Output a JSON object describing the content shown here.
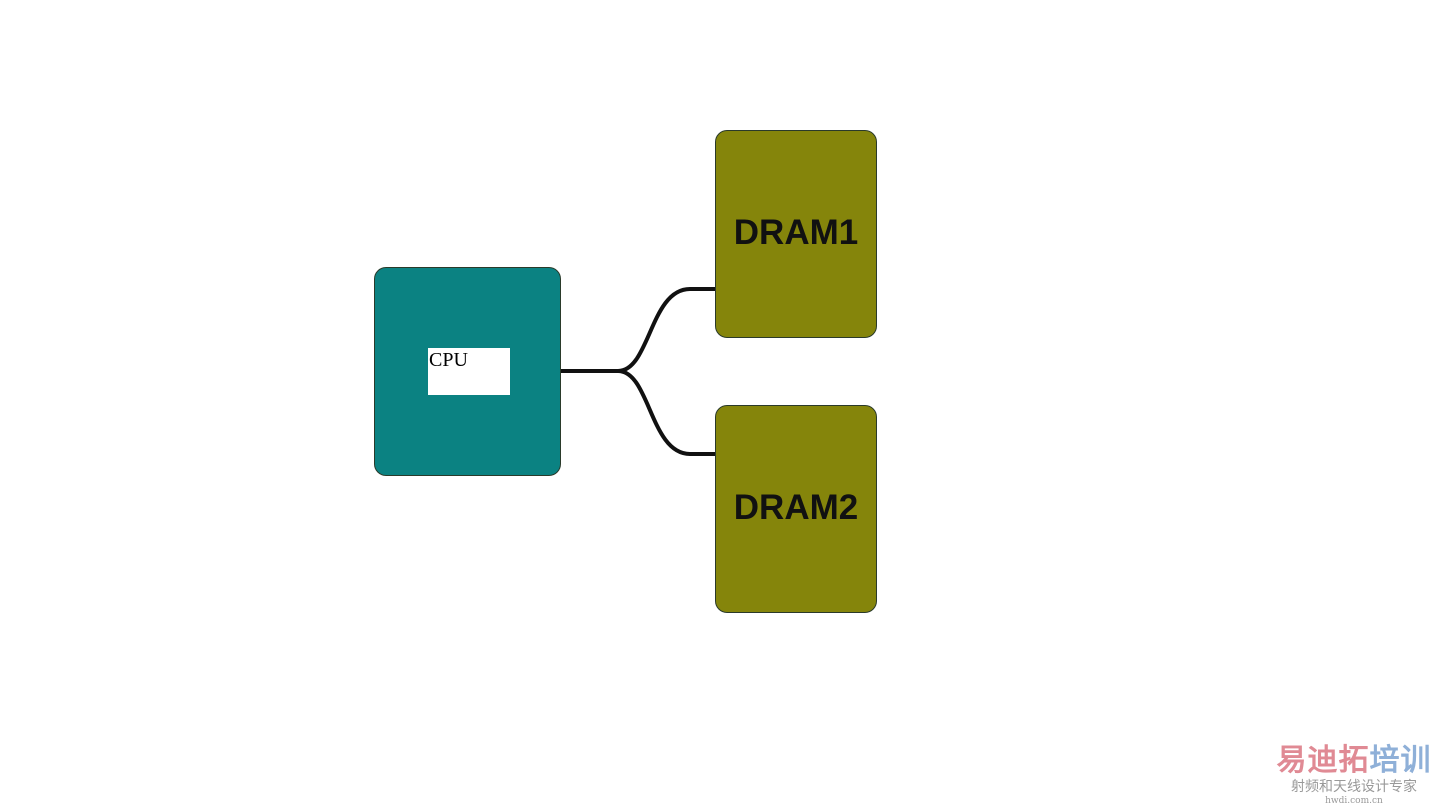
{
  "colors": {
    "cpu": "#0b8282",
    "dram": "#85850b",
    "wire": "#111111"
  },
  "nodes": {
    "cpu": {
      "label": "CPU"
    },
    "dram1": {
      "label": "DRAM1"
    },
    "dram2": {
      "label": "DRAM2"
    }
  },
  "edges": [
    {
      "from": "CPU",
      "to": "DRAM1"
    },
    {
      "from": "CPU",
      "to": "DRAM2"
    }
  ],
  "watermark": {
    "title_a": "易迪拓",
    "title_b": "培训",
    "subtitle": "射频和天线设计专家",
    "url": "hwdi.com.cn"
  }
}
